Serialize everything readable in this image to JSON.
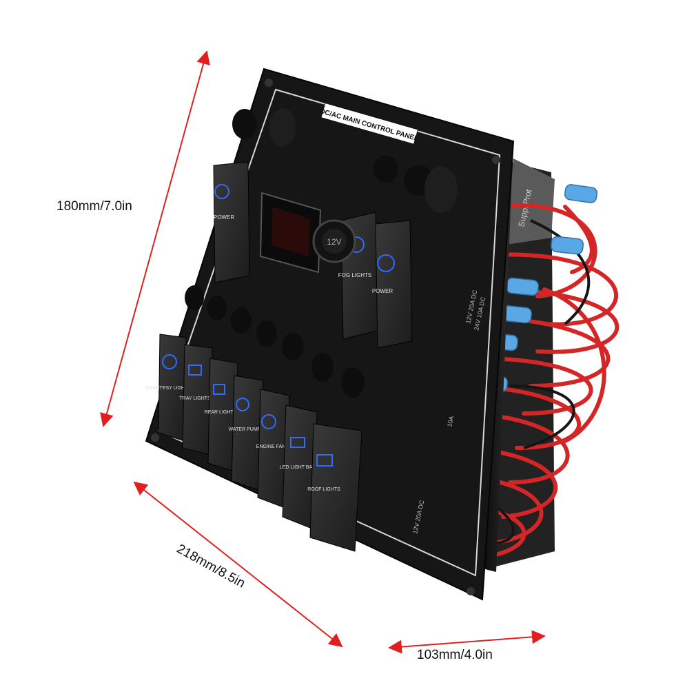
{
  "image": {
    "description_free": true
  },
  "dimensions": {
    "height": "180mm/7.0in",
    "width": "218mm/8.5in",
    "depth": "103mm/4.0in",
    "arrow_color": "#e02020"
  },
  "panel": {
    "title": "DC/AC MAIN CONTROL PANEL",
    "meter_badge": "12V",
    "top_switches": [
      {
        "label": "POWER"
      },
      {
        "label": "FOG LIGHTS"
      },
      {
        "label": "POWER"
      }
    ],
    "bottom_switches": [
      {
        "label": "COURTESY LIGHTS"
      },
      {
        "label": "TRAY LIGHTS"
      },
      {
        "label": "REAR LIGHTS"
      },
      {
        "label": "WATER PUMP"
      },
      {
        "label": "ENGINE FAN"
      },
      {
        "label": "LED LIGHT BAR"
      },
      {
        "label": "ROOF LIGHTS"
      }
    ],
    "breaker_labels": [
      "12V 20A DC",
      "24V 10A DC",
      "10A",
      "12V 20A DC"
    ],
    "colors": {
      "panel": "#161616",
      "switch": "#2a2a2a",
      "indicator": "#2f6bff",
      "wire_red": "#d42626",
      "connector_blue": "#5aa7e6"
    }
  }
}
